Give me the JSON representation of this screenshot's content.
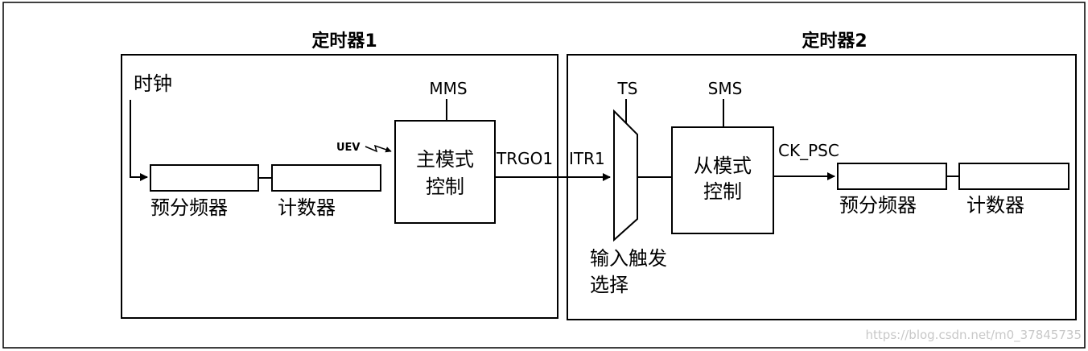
{
  "timer1": {
    "title": "定时器1",
    "clock_label": "时钟",
    "prescaler_label": "预分频器",
    "counter_label": "计数器",
    "uev_label": "UEV",
    "mms_label": "MMS",
    "master_line1": "主模式",
    "master_line2": "控制",
    "trgo_label": "TRGO1"
  },
  "timer2": {
    "title": "定时器2",
    "itr_label": "ITR1",
    "ts_label": "TS",
    "sms_label": "SMS",
    "slave_line1": "从模式",
    "slave_line2": "控制",
    "ck_psc_label": "CK_PSC",
    "input_trigger_line1": "输入触发",
    "input_trigger_line2": "选择",
    "prescaler_label": "预分频器",
    "counter_label": "计数器"
  },
  "watermark": "https://blog.csdn.net/m0_37845735"
}
